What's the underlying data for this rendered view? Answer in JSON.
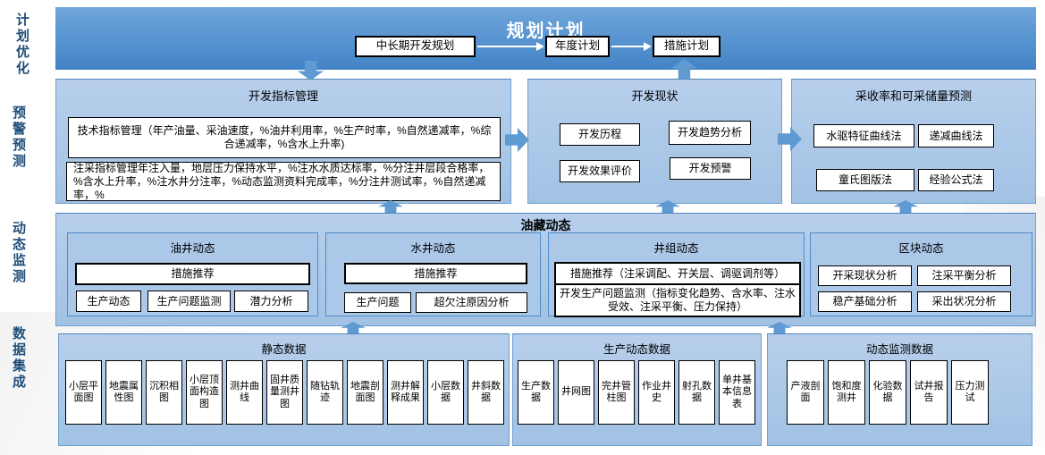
{
  "colors": {
    "top_bar_gradient_top": "#6FA6DB",
    "top_bar_gradient_bottom": "#4283C6",
    "container_fill": "#ACC8E9",
    "container_border": "#5B9BD5",
    "arrow": "#5F9AD3",
    "side_label_text": "#1F4E79"
  },
  "left_labels": {
    "plan": "计划优化",
    "warning": "预警预测",
    "monitor": "动态监测",
    "data": "数据集成"
  },
  "top_bar": {
    "title": "规划计划",
    "items": [
      "中长期开发规划",
      "年度计划",
      "措施计划"
    ]
  },
  "level2": {
    "indicator": {
      "title": "开发指标管理",
      "box1": "技术指标管理（年产油量、采油速度，%油井利用率，%生产时率，%自然递减率，%综合递减率，%含水上升率)",
      "box2": "注采指标管理年注入量，地层压力保持水平，%注水水质达标率，%分注井层段合格率，%含水上升率，%注水井分注率，%动态监测资料完成率，%分注井测试率，%自然递减率，%"
    },
    "status": {
      "title": "开发现状",
      "items": [
        "开发历程",
        "开发趋势分析",
        "开发效果评价",
        "开发预警"
      ]
    },
    "recovery": {
      "title": "采收率和可采储量预测",
      "items": [
        "水驱特征曲线法",
        "递减曲线法",
        "童氏图版法",
        "经验公式法"
      ]
    }
  },
  "reservoir": {
    "title": "油藏动态",
    "oil_well": {
      "title": "油井动态",
      "wide": "措施推荐",
      "items": [
        "生产动态",
        "生产问题监测",
        "潜力分析"
      ]
    },
    "water_well": {
      "title": "水井动态",
      "wide": "措施推荐",
      "items": [
        "生产问题",
        "超欠注原因分析"
      ]
    },
    "well_group": {
      "title": "井组动态",
      "box1": "措施推荐（注采调配、开关层、调驱调剂等）",
      "box2": "开发生产问题监测（指标变化趋势、含水率、注水受效、注采平衡、压力保持）"
    },
    "block": {
      "title": "区块动态",
      "items": [
        "开采现状分析",
        "注采平衡分析",
        "稳产基础分析",
        "采出状况分析"
      ]
    }
  },
  "data_layer": {
    "static": {
      "title": "静态数据",
      "items": [
        "小层平面图",
        "地震属性图",
        "沉积相图",
        "小层顶面构造图",
        "测井曲线",
        "固井质量测井图",
        "随钻轨迹",
        "地震剖面图",
        "测井解释成果",
        "小层数据",
        "井斜数据"
      ]
    },
    "production": {
      "title": "生产动态数据",
      "items": [
        "生产数据",
        "井网图",
        "完井管柱图",
        "作业井史",
        "射孔数据",
        "单井基本信息表"
      ]
    },
    "monitoring": {
      "title": "动态监测数据",
      "items": [
        "产液剖面",
        "饱和度测井",
        "化验数据",
        "试井报告",
        "压力测试"
      ]
    }
  }
}
